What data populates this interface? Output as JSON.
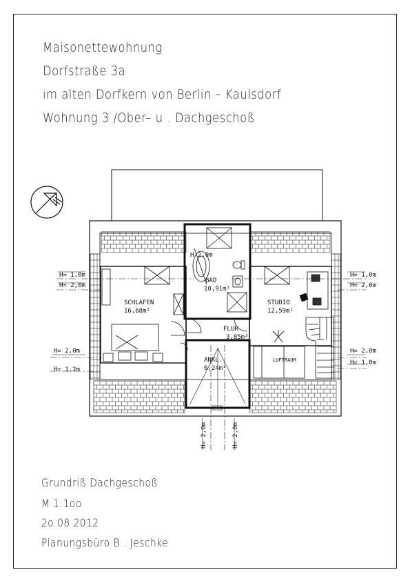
{
  "header": {
    "line1": "Maisonettewohnung",
    "line2": "Dorfstraße 3a",
    "line3": "im alten Dorfkern von Berlin – Kaulsdorf",
    "line4": "Wohnung 3 /Ober– u . Dachgeschoß"
  },
  "rooms": {
    "schlafen": {
      "name": "SCHLAFEN",
      "area": "16,68m²"
    },
    "bad": {
      "name": "BAD",
      "area": "10,91m²"
    },
    "studio": {
      "name": "STUDIO",
      "area": "12,59m²"
    },
    "flur": {
      "name": "FLUR",
      "area": "3,85m²"
    },
    "ankl": {
      "name": "ANKL.",
      "area": "6,24m²"
    },
    "luftraum": {
      "name": "LUFTRAUM"
    },
    "bad_height": "H 2,0m"
  },
  "heights": {
    "left_top1": "H= 1,0m",
    "left_top2": "H= 2,0m",
    "left_bottom1": "H= 2,0m",
    "left_bottom2": "H= 1,2m",
    "right_top1": "H= 1,0m",
    "right_top2": "H= 2,0m",
    "right_bottom1": "H= 2,0m",
    "right_bottom2": "H= 1,0m",
    "bottom_left": "H= 2,0m",
    "bottom_right": "H= 2,0m"
  },
  "footer": {
    "line1": "Grundriß Dachgeschoß",
    "line2": "M 1:1oo",
    "line3": "2o 08 2012",
    "line4": "Planungsbüro B . Jeschke"
  }
}
